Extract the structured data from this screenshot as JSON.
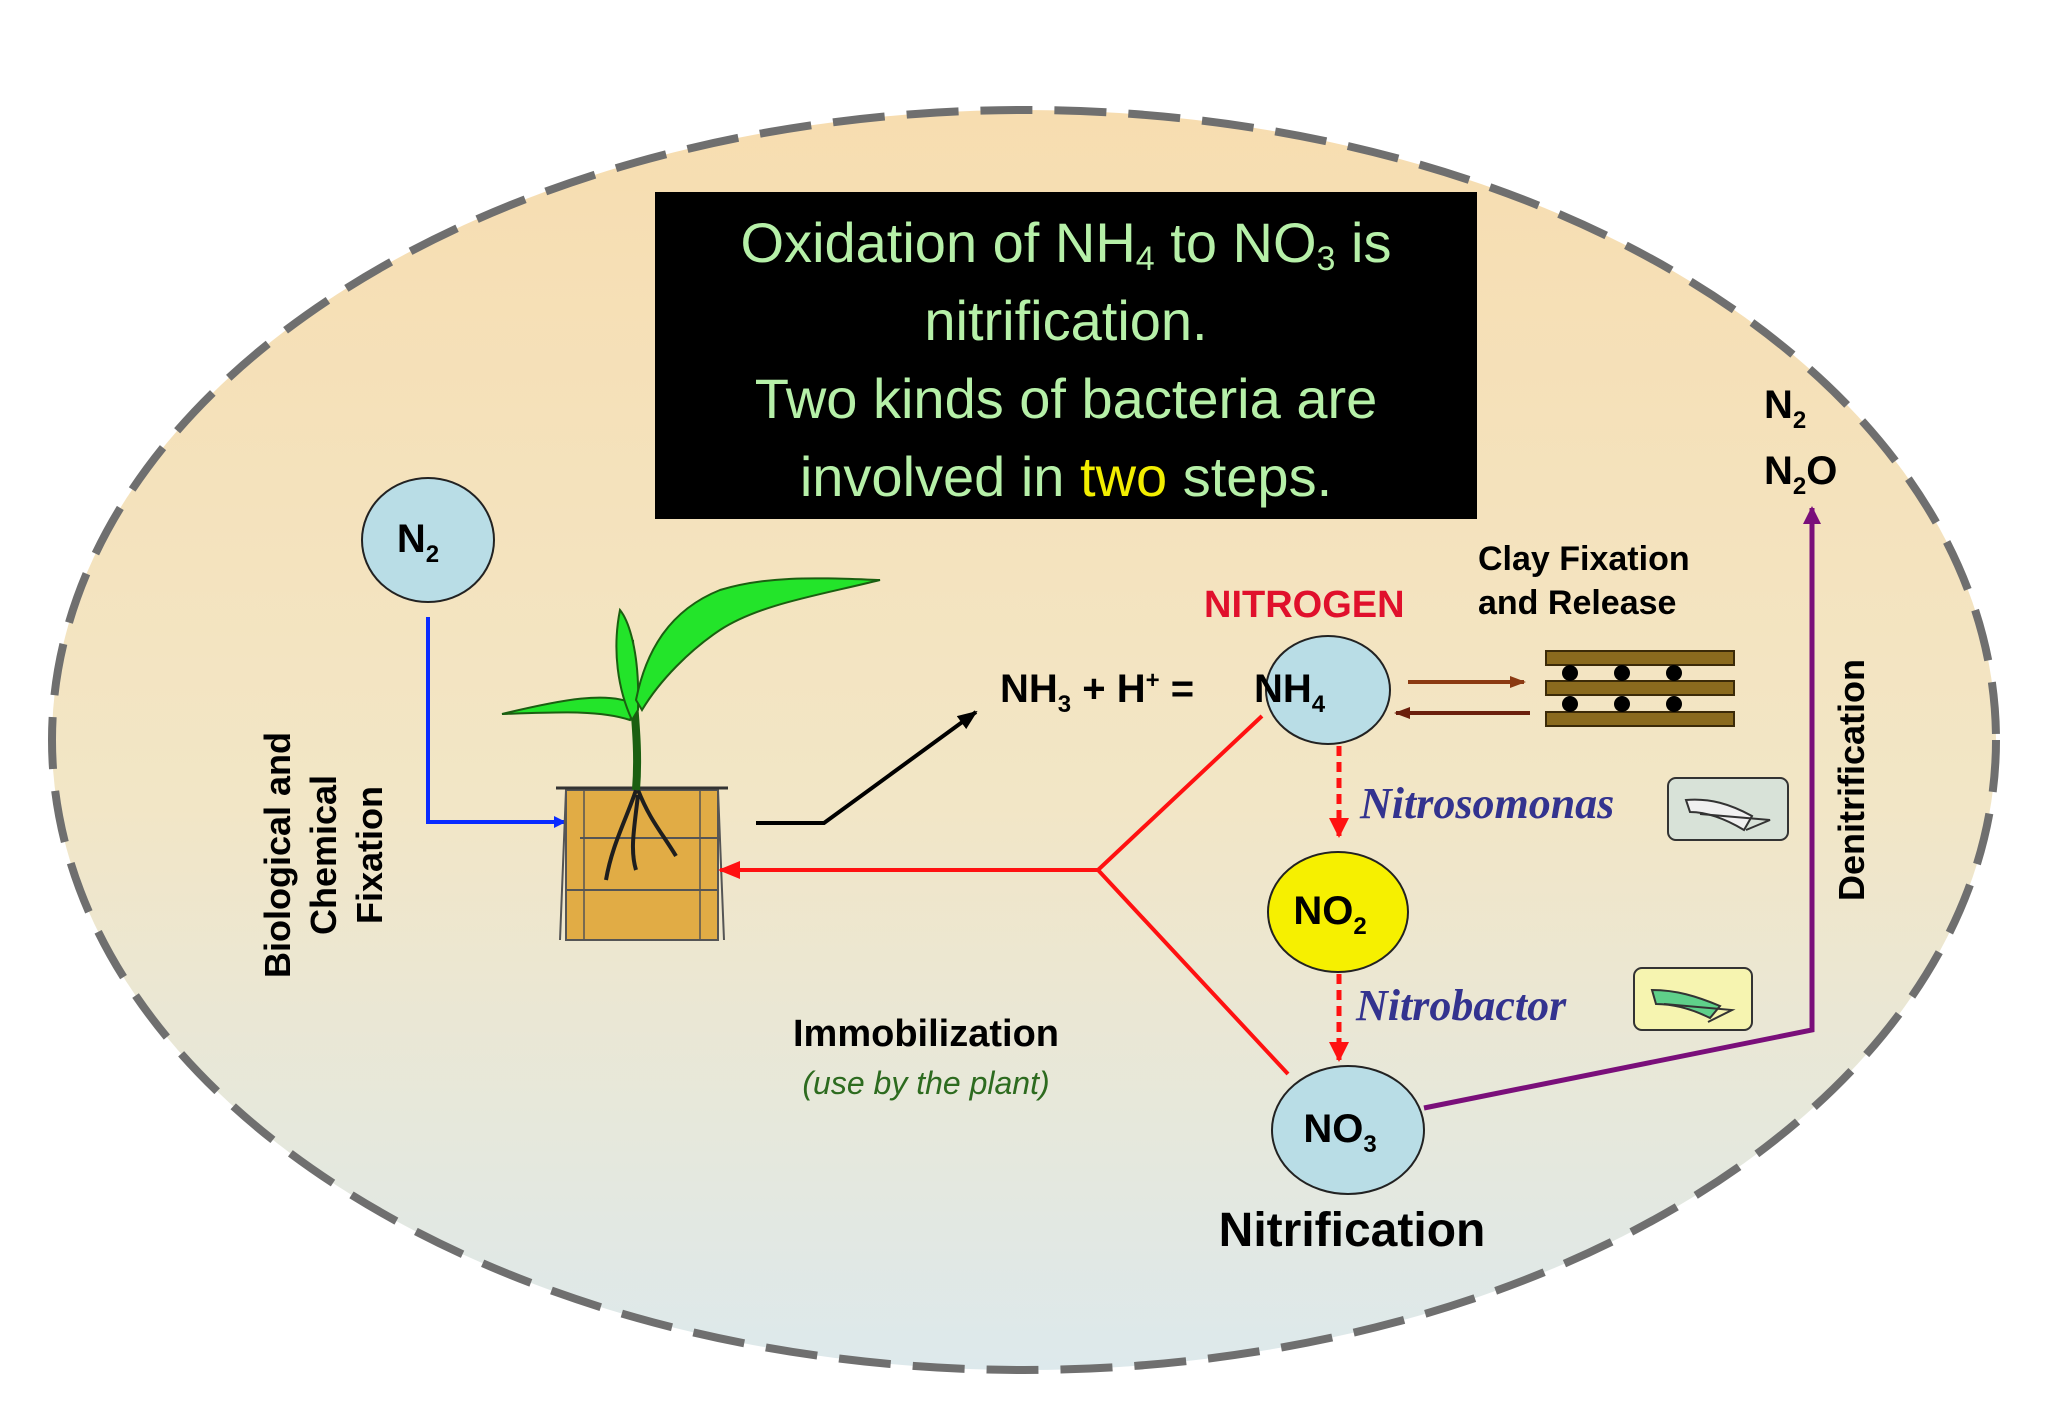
{
  "callout": {
    "line1_pre": "Oxidation of NH",
    "line1_sub1": "4",
    "line1_mid": " to NO",
    "line1_sub2": "3",
    "line1_post": " is",
    "line2": "nitrification.",
    "line3": "Two kinds of bacteria are",
    "line4_pre": "involved in ",
    "line4_highlight": "two",
    "line4_post": " steps."
  },
  "nodes": {
    "n2_left": {
      "main": "N",
      "sub": "2"
    },
    "nh4": {
      "main": "NH",
      "sub": "4"
    },
    "no2": {
      "main": "NO",
      "sub": "2"
    },
    "no3": {
      "main": "NO",
      "sub": "3"
    }
  },
  "equation": {
    "nh3": "NH",
    "nh3_sub": "3",
    "plus": " + H",
    "sup": "+",
    "eq": " ="
  },
  "labels": {
    "nitrogen": "NITROGEN",
    "clay_line1": "Clay Fixation",
    "clay_line2": "and Release",
    "nitrosomonas": "Nitrosomonas",
    "nitrobactor": "Nitrobactor",
    "immobilization": "Immobilization",
    "immobilization_note": "(use by the plant)",
    "nitrification": "Nitrification",
    "denitrification": "Denitrification",
    "fixation_line1": "Biological and",
    "fixation_line2": "Chemical",
    "fixation_line3": "Fixation",
    "n2_top_main": "N",
    "n2_top_sub": "2",
    "n2o_main": "N",
    "n2o_sub": "2",
    "n2o_post": "O"
  },
  "colors": {
    "oval_top": "#f7ddb0",
    "oval_bottom": "#dde9ec",
    "node_blue": "#b9dde6",
    "node_yellow": "#f6f000",
    "callout_text": "#b6f0a8",
    "highlight": "#f2ee00",
    "nitrogen_red": "#e0102c",
    "bacteria_blue": "#33338f",
    "note_green": "#2d6b1f",
    "arrow_blue": "#0a2bff",
    "arrow_red": "#ff1111",
    "arrow_purple": "#7a0f7a",
    "arrow_brown": "#8b3a12",
    "clay_brown": "#8a6a1e"
  }
}
